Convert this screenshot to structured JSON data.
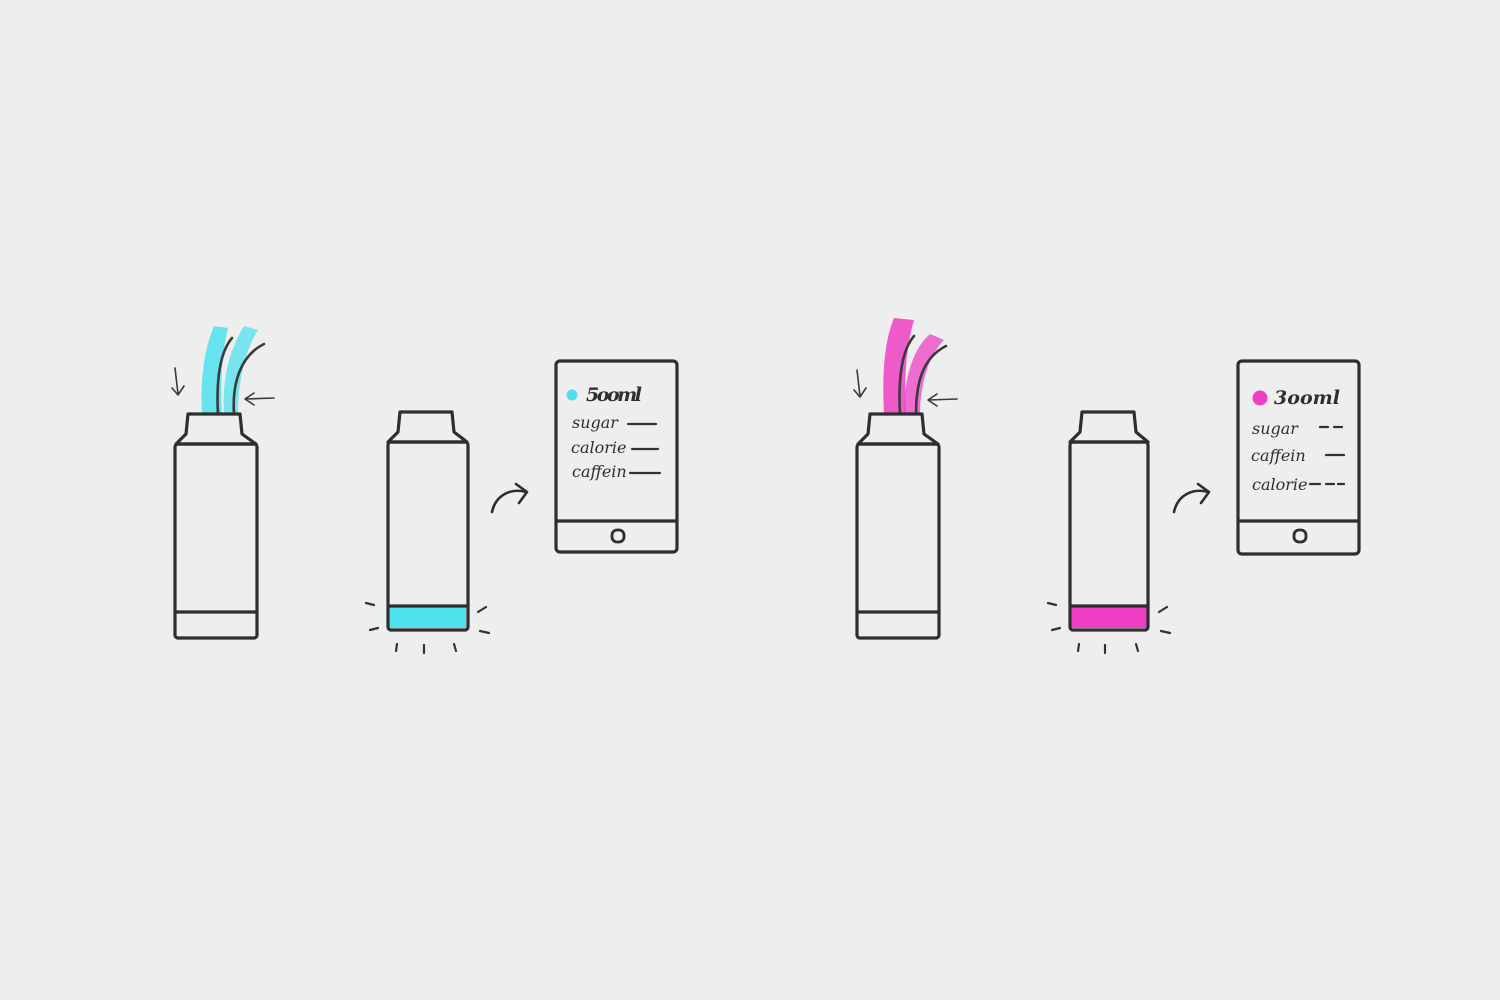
{
  "colors": {
    "background": "#eeeeee",
    "ink": "#2e2e2e",
    "scenario_1_accent": "#4fe0ee",
    "scenario_2_accent": "#ee3fc4"
  },
  "scenarios": [
    {
      "accent": "#4fe0ee",
      "amount": "5ooml",
      "rows": [
        "sugar",
        "calorie",
        "caffein"
      ]
    },
    {
      "accent": "#ee3fc4",
      "amount": "3ooml",
      "rows": [
        "sugar",
        "caffein",
        "calorie"
      ]
    }
  ]
}
